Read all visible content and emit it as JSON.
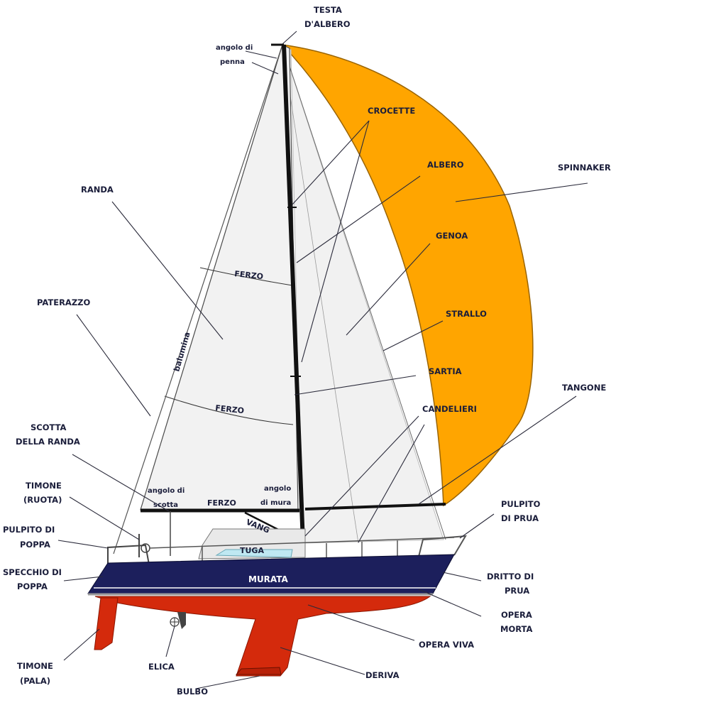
{
  "labels": {
    "testa_albero_1": "TESTA",
    "testa_albero_2": "D'ALBERO",
    "angolo_penna_1": "angolo di",
    "angolo_penna_2": "penna",
    "crocette": "CROCETTE",
    "albero": "ALBERO",
    "spinnaker": "SPINNAKER",
    "genoa": "GENOA",
    "stralllo": "STRALLO",
    "sartia": "SARTIA",
    "candelieri": "CANDELIERI",
    "tangone": "TANGONE",
    "randa": "RANDA",
    "paterazzo": "PATERAZZO",
    "scotta_randa_1": "SCOTTA",
    "scotta_randa_2": "DELLA RANDA",
    "timone_ruota_1": "TIMONE",
    "timone_ruota_2": "(RUOTA)",
    "pulpito_poppa_1": "PULPITO DI",
    "pulpito_poppa_2": "POPPA",
    "specchio_poppa_1": "SPECCHIO DI",
    "specchio_poppa_2": "POPPA",
    "timone_pala_1": "TIMONE",
    "timone_pala_2": "(PALA)",
    "elica": "ELICA",
    "bulbo": "BULBO",
    "deriva": "DERIVA",
    "opera_viva": "OPERA VIVA",
    "opera_morta_1": "OPERA",
    "opera_morta_2": "MORTA",
    "dritto_prua_1": "DRITTO DI",
    "dritto_prua_2": "PRUA",
    "pulpito_prua_1": "PULPITO",
    "pulpito_prua_2": "DI PRUA",
    "ferzo_top": "FERZO",
    "ferzo_mid": "FERZO",
    "ferzo_bottom": "FERZO",
    "balumina": "balumina",
    "angolo_scotta_1": "angolo di",
    "angolo_scotta_2": "scotta",
    "angolo_mura_1": "angolo",
    "angolo_mura_2": "di mura",
    "vang": "VANG",
    "tuga": "TUGA",
    "murata": "MURATA"
  },
  "colors": {
    "spinnaker": "#ffa500",
    "hull_topside": "#1c1f5c",
    "hull_underwater": "#d42a0c",
    "sail": "#f1f1f1",
    "mast": "#111111"
  }
}
